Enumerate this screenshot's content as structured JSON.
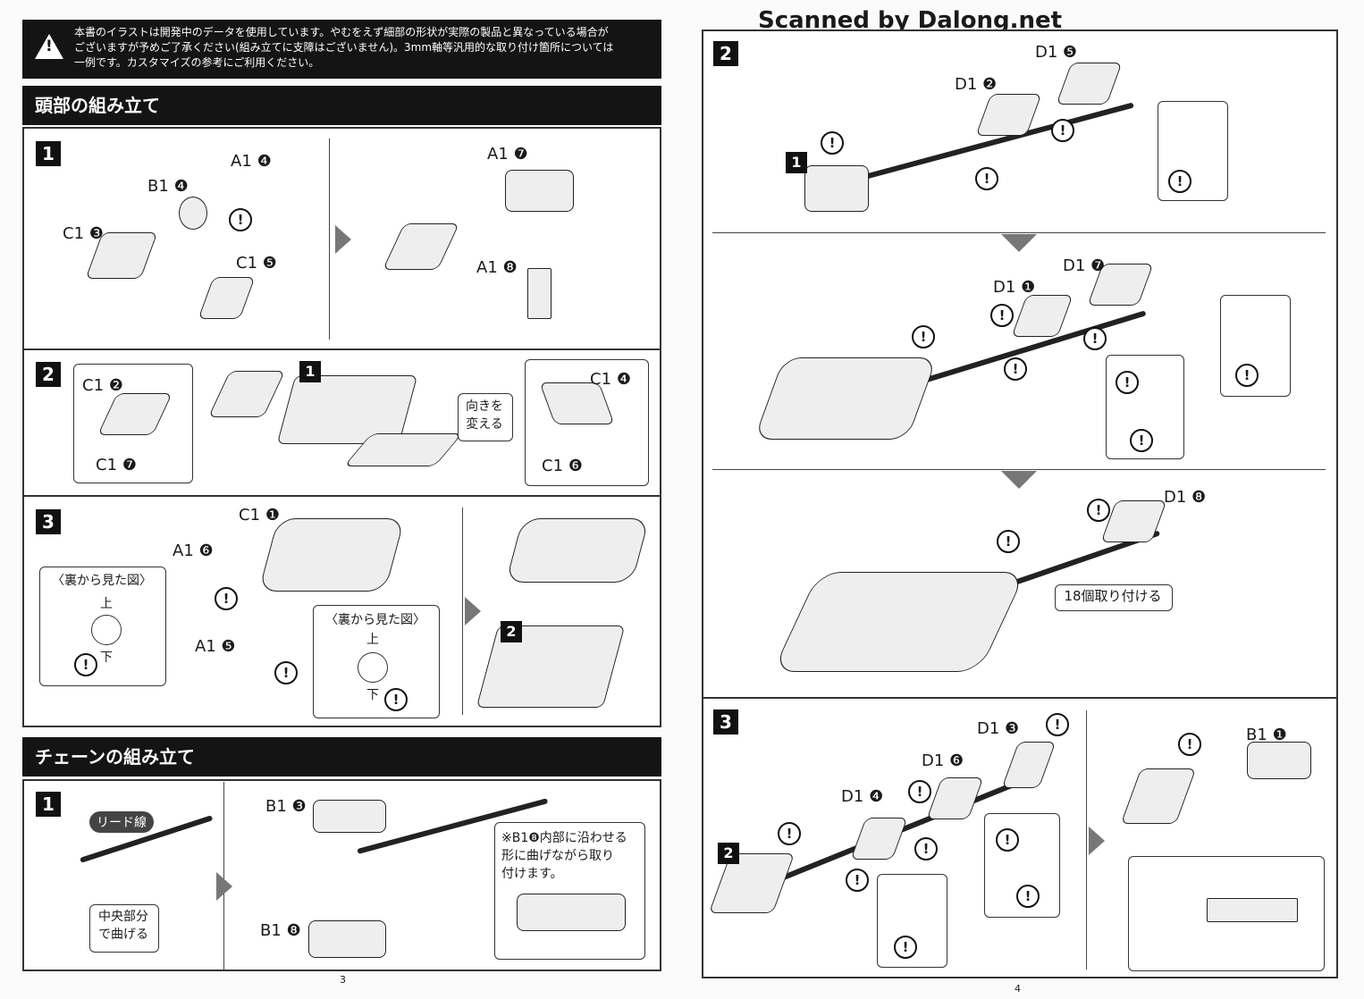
{
  "watermark": "Scanned by Dalong.net",
  "notice": {
    "icon": "warning-triangle-icon",
    "lines": [
      "本書のイラストは開発中のデータを使用しています。やむをえず細部の形状が実際の製品と異なっている場合が",
      "ございますが予めご了承ください(組み立てに支障はございません)。3mm軸等汎用的な取り付け箇所については",
      "一例です。カスタマイズの参考にご利用ください。"
    ]
  },
  "sections": {
    "head": "頭部の組み立て",
    "chain": "チェーンの組み立て"
  },
  "steps": {
    "h1": "1",
    "h2": "2",
    "h3": "3",
    "c1": "1",
    "r2": "2",
    "r3": "3",
    "sub1": "1",
    "sub2a": "2",
    "sub2b": "2",
    "sub2c": "2"
  },
  "labels": [
    "A1 ❹",
    "B1 ❹",
    "C1 ❸",
    "C1 ❺",
    "A1 ❼",
    "A1 ❽",
    "C1 ❷",
    "C1 ❼",
    "C1 ❹",
    "C1 ❻",
    "C1 ❶",
    "A1 ❻",
    "A1 ❺",
    "B1 ❸",
    "B1 ❽",
    "D1 ❺",
    "D1 ❷",
    "D1 ❼",
    "D1 ❶",
    "D1 ❽",
    "D1 ❸",
    "D1 ❻",
    "D1 ❹",
    "B1 ❶"
  ],
  "notes": {
    "turn": "向きを\n変える",
    "back1_title": "〈裏から見た図〉",
    "back1_up": "上",
    "back1_down": "下",
    "back2_title": "〈裏から見た図〉",
    "back2_up": "上",
    "back2_down": "下",
    "lead": "リード線",
    "center": "中央部分\nで曲げる",
    "b18": "※B1❽内部に沿わせる\n形に曲げながら取り\n付けます。",
    "attach18": "18個取り付ける"
  },
  "page_numbers": {
    "left": "3",
    "right": "4"
  }
}
